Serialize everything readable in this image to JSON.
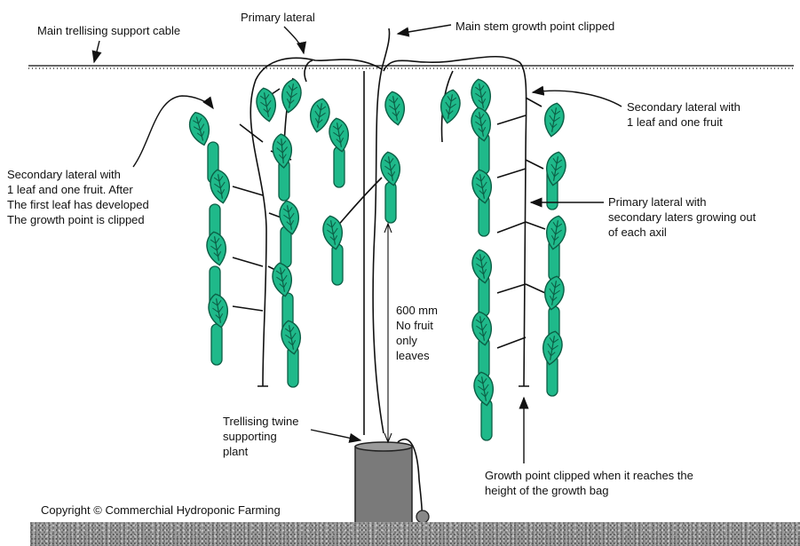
{
  "labels": {
    "main_cable": "Main trellising support cable",
    "primary_lateral": "Primary lateral",
    "main_stem_clipped": "Main stem growth point clipped",
    "secondary_right": "Secondary lateral with\n1 leaf and one fruit",
    "secondary_left": "Secondary lateral with\n1 leaf and one fruit. After\nThe first leaf has developed\nThe growth point is clipped",
    "primary_with_secondary": "Primary lateral with\nsecondary laters growing out\nof each axil",
    "no_fruit": "600 mm\nNo fruit\nonly\nleaves",
    "twine": "Trellising twine\nsupporting\nplant",
    "growth_clipped": "Growth point clipped when it reaches the\nheight of the growth bag",
    "copyright": "Copyright © Commerchial Hydroponic Farming"
  },
  "colors": {
    "leaf": "#1fb98a",
    "leaf_outline": "#0c5e45",
    "stem": "#111111",
    "bag": "#7a7a7a",
    "ground": "#9a9a9a"
  }
}
